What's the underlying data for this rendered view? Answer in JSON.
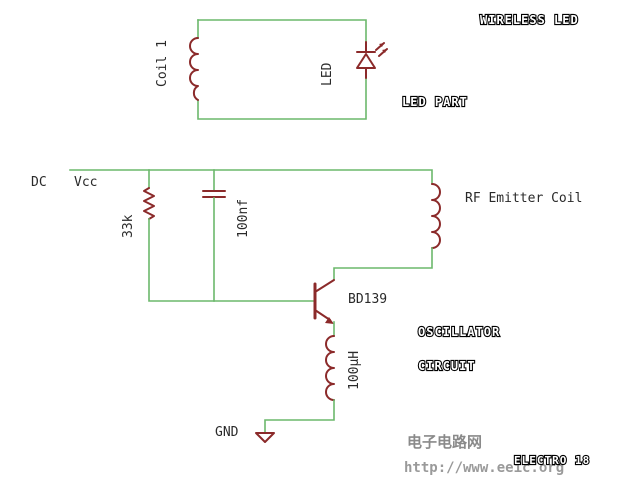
{
  "headings": {
    "wireless_led": "WIRELESS LED",
    "led_part": "LED PART",
    "oscillator": "OSCILLATOR",
    "circuit": "CIRCUIT"
  },
  "labels": {
    "coil1": "Coil 1",
    "led": "LED",
    "dc": "DC",
    "vcc": "Vcc",
    "resistor": "33k",
    "capacitor": "100nf",
    "rf_coil": "RF Emitter Coil",
    "transistor": "BD139",
    "inductor": "100µH",
    "gnd": "GND"
  },
  "watermark": {
    "cn": "电子电路网",
    "url": "http://www.eeic.org",
    "credit": "ELECTRO 18"
  },
  "colors": {
    "wire": "#6cb86c",
    "component": "#8b2a2a",
    "label": "#2a2a2a"
  }
}
